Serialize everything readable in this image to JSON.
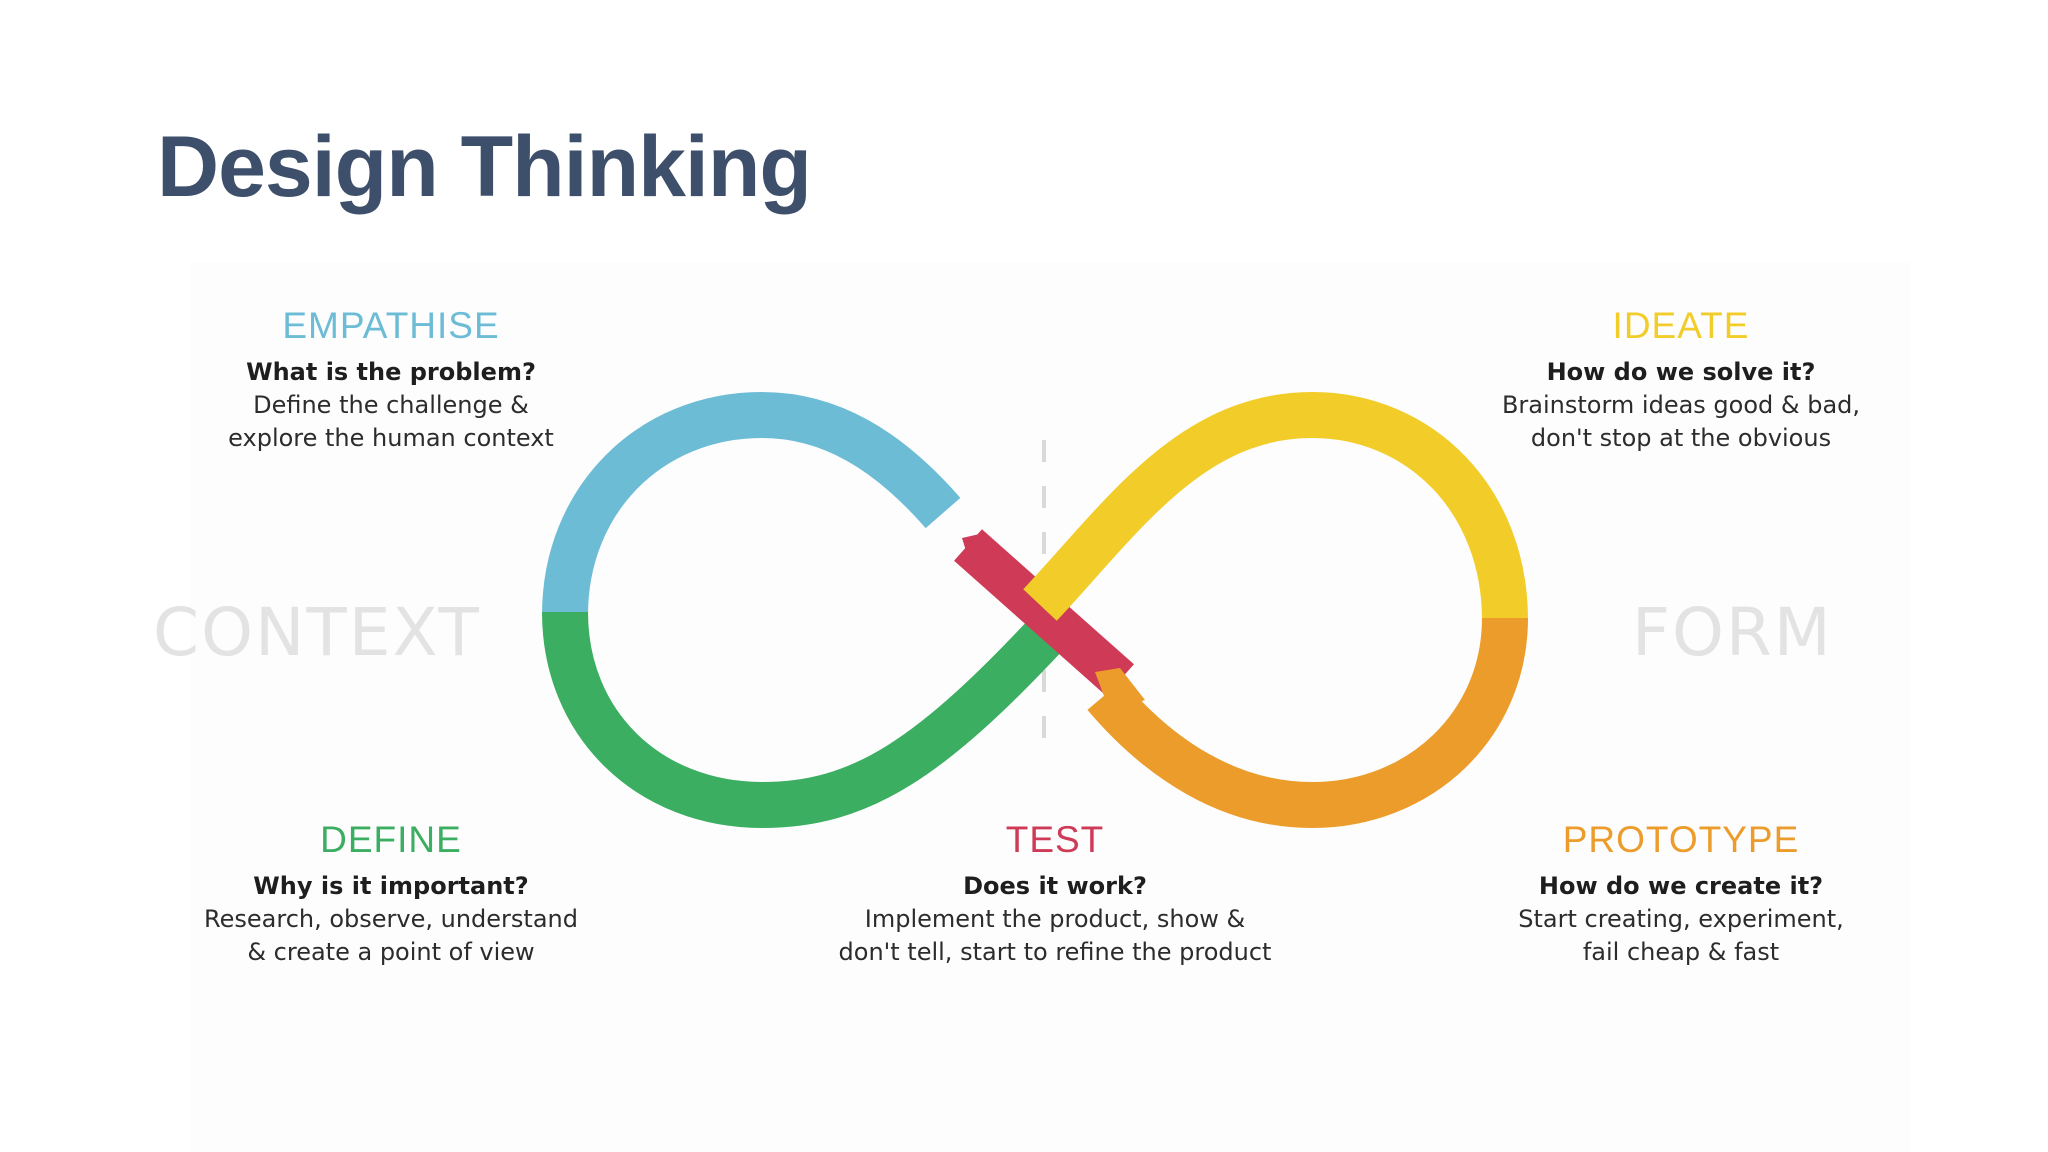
{
  "slide": {
    "title": "Design Thinking"
  },
  "diagram": {
    "side_left": "CONTEXT",
    "side_right": "FORM",
    "stages": [
      {
        "name": "EMPATHISE",
        "color": "#6cbcd6",
        "question": "What is the problem?",
        "desc_line1": "Define the challenge &",
        "desc_line2": "explore the human context"
      },
      {
        "name": "IDEATE",
        "color": "#f2cd29",
        "question": "How do we solve it?",
        "desc_line1": "Brainstorm ideas good & bad,",
        "desc_line2": "don't stop at the obvious"
      },
      {
        "name": "DEFINE",
        "color": "#3bae62",
        "question": "Why is it important?",
        "desc_line1": "Research, observe, understand",
        "desc_line2": "& create a point of view"
      },
      {
        "name": "TEST",
        "color": "#cf3a56",
        "question": "Does it work?",
        "desc_line1": "Implement the product, show &",
        "desc_line2": "don't tell, start to refine the product"
      },
      {
        "name": "PROTOTYPE",
        "color": "#eb9c2a",
        "question": "How do we create it?",
        "desc_line1": "Start creating, experiment,",
        "desc_line2": "fail cheap & fast"
      }
    ],
    "divider_color": "#d9d9d9"
  }
}
